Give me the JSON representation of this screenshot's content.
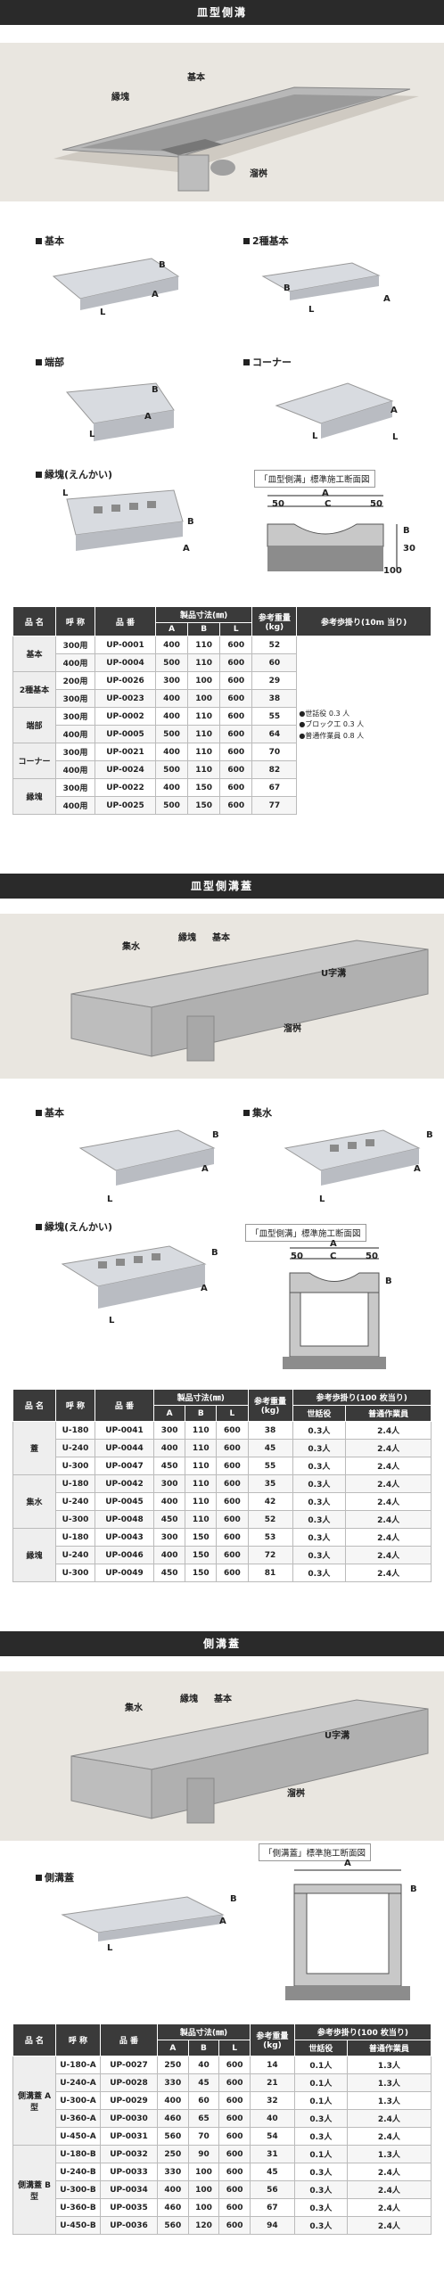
{
  "sec1": {
    "title": "皿型側溝",
    "callouts": {
      "kihon": "基本",
      "enkai": "縁塊",
      "tamemasu": "溜桝"
    },
    "products": [
      {
        "label": "基本"
      },
      {
        "label": "2種基本"
      },
      {
        "label": "端部"
      },
      {
        "label": "コーナー"
      },
      {
        "label": "縁塊(えんかい)"
      }
    ],
    "dims": {
      "a": "A",
      "b": "B",
      "l": "L"
    },
    "diagram": {
      "caption": "「皿型側溝」標準施工断面図",
      "a": "A",
      "c": "C",
      "d1": "50",
      "d2": "50",
      "b": "B",
      "h1": "30",
      "h2": "100"
    },
    "table": {
      "h_name": "品 名",
      "h_size": "呼 称",
      "h_code": "品 番",
      "h_dims": "製品寸法(㎜)",
      "h_a": "A",
      "h_b": "B",
      "h_l": "L",
      "h_weight": "参考重量(kg)",
      "h_work": "参考歩掛り(10m 当り)",
      "rows": [
        {
          "name": "基本",
          "size": "300用",
          "code": "UP-0001",
          "a": "400",
          "b": "110",
          "l": "600",
          "w": "52"
        },
        {
          "name": "",
          "size": "400用",
          "code": "UP-0004",
          "a": "500",
          "b": "110",
          "l": "600",
          "w": "60"
        },
        {
          "name": "2種基本",
          "size": "200用",
          "code": "UP-0026",
          "a": "300",
          "b": "100",
          "l": "600",
          "w": "29"
        },
        {
          "name": "",
          "size": "300用",
          "code": "UP-0023",
          "a": "400",
          "b": "100",
          "l": "600",
          "w": "38"
        },
        {
          "name": "端部",
          "size": "300用",
          "code": "UP-0002",
          "a": "400",
          "b": "110",
          "l": "600",
          "w": "55"
        },
        {
          "name": "",
          "size": "400用",
          "code": "UP-0005",
          "a": "500",
          "b": "110",
          "l": "600",
          "w": "64"
        },
        {
          "name": "コーナー",
          "size": "300用",
          "code": "UP-0021",
          "a": "400",
          "b": "110",
          "l": "600",
          "w": "70"
        },
        {
          "name": "",
          "size": "400用",
          "code": "UP-0024",
          "a": "500",
          "b": "110",
          "l": "600",
          "w": "82"
        },
        {
          "name": "縁塊",
          "size": "300用",
          "code": "UP-0022",
          "a": "400",
          "b": "150",
          "l": "600",
          "w": "67"
        },
        {
          "name": "",
          "size": "400用",
          "code": "UP-0025",
          "a": "500",
          "b": "150",
          "l": "600",
          "w": "77"
        }
      ],
      "notes": [
        "●世話役 0.3 人",
        "●ブロック工 0.3 人",
        "●普通作業員 0.8 人"
      ]
    }
  },
  "sec2": {
    "title": "皿型側溝蓋",
    "callouts": {
      "shusui": "集水",
      "enkai": "縁塊",
      "kihon": "基本",
      "ujikou": "U字溝",
      "tamemasu": "溜桝"
    },
    "products": [
      {
        "label": "基本"
      },
      {
        "label": "集水"
      },
      {
        "label": "縁塊(えんかい)"
      }
    ],
    "diagram": {
      "caption": "「皿型側溝」標準施工断面図",
      "a": "A",
      "c": "C",
      "d1": "50",
      "d2": "50",
      "b": "B"
    },
    "table": {
      "h_name": "品 名",
      "h_size": "呼 称",
      "h_code": "品 番",
      "h_dims": "製品寸法(㎜)",
      "h_a": "A",
      "h_b": "B",
      "h_l": "L",
      "h_weight": "参考重量(kg)",
      "h_work": "参考歩掛り(100 枚当り)",
      "h_w1": "世話役",
      "h_w2": "普通作業員",
      "rows": [
        {
          "name": "",
          "size": "U-180",
          "code": "UP-0041",
          "a": "300",
          "b": "110",
          "l": "600",
          "w": "38",
          "p1": "0.3人",
          "p2": "2.4人"
        },
        {
          "name": "蓋",
          "size": "U-240",
          "code": "UP-0044",
          "a": "400",
          "b": "110",
          "l": "600",
          "w": "45",
          "p1": "0.3人",
          "p2": "2.4人"
        },
        {
          "name": "",
          "size": "U-300",
          "code": "UP-0047",
          "a": "450",
          "b": "110",
          "l": "600",
          "w": "55",
          "p1": "0.3人",
          "p2": "2.4人"
        },
        {
          "name": "",
          "size": "U-180",
          "code": "UP-0042",
          "a": "300",
          "b": "110",
          "l": "600",
          "w": "35",
          "p1": "0.3人",
          "p2": "2.4人"
        },
        {
          "name": "集水",
          "size": "U-240",
          "code": "UP-0045",
          "a": "400",
          "b": "110",
          "l": "600",
          "w": "42",
          "p1": "0.3人",
          "p2": "2.4人"
        },
        {
          "name": "",
          "size": "U-300",
          "code": "UP-0048",
          "a": "450",
          "b": "110",
          "l": "600",
          "w": "52",
          "p1": "0.3人",
          "p2": "2.4人"
        },
        {
          "name": "",
          "size": "U-180",
          "code": "UP-0043",
          "a": "300",
          "b": "150",
          "l": "600",
          "w": "53",
          "p1": "0.3人",
          "p2": "2.4人"
        },
        {
          "name": "縁塊",
          "size": "U-240",
          "code": "UP-0046",
          "a": "400",
          "b": "150",
          "l": "600",
          "w": "72",
          "p1": "0.3人",
          "p2": "2.4人"
        },
        {
          "name": "",
          "size": "U-300",
          "code": "UP-0049",
          "a": "450",
          "b": "150",
          "l": "600",
          "w": "81",
          "p1": "0.3人",
          "p2": "2.4人"
        }
      ]
    }
  },
  "sec3": {
    "title": "側溝蓋",
    "callouts": {
      "shusui": "集水",
      "enkai": "縁塊",
      "kihon": "基本",
      "ujikou": "U字溝",
      "tamemasu": "溜桝"
    },
    "products": [
      {
        "label": "側溝蓋"
      }
    ],
    "diagram": {
      "caption": "「側溝蓋」標準施工断面図",
      "a": "A",
      "b": "B"
    },
    "table": {
      "h_name": "品 名",
      "h_size": "呼 称",
      "h_code": "品 番",
      "h_dims": "製品寸法(㎜)",
      "h_a": "A",
      "h_b": "B",
      "h_l": "L",
      "h_weight": "参考重量(kg)",
      "h_work": "参考歩掛り(100 枚当り)",
      "h_w1": "世話役",
      "h_w2": "普通作業員",
      "groupA": "側溝蓋 A型",
      "groupB": "側溝蓋 B型",
      "rows": [
        {
          "size": "U-180-A",
          "code": "UP-0027",
          "a": "250",
          "b": "40",
          "l": "600",
          "w": "14",
          "p1": "0.1人",
          "p2": "1.3人"
        },
        {
          "size": "U-240-A",
          "code": "UP-0028",
          "a": "330",
          "b": "45",
          "l": "600",
          "w": "21",
          "p1": "0.1人",
          "p2": "1.3人"
        },
        {
          "size": "U-300-A",
          "code": "UP-0029",
          "a": "400",
          "b": "60",
          "l": "600",
          "w": "32",
          "p1": "0.1人",
          "p2": "1.3人"
        },
        {
          "size": "U-360-A",
          "code": "UP-0030",
          "a": "460",
          "b": "65",
          "l": "600",
          "w": "40",
          "p1": "0.3人",
          "p2": "2.4人"
        },
        {
          "size": "U-450-A",
          "code": "UP-0031",
          "a": "560",
          "b": "70",
          "l": "600",
          "w": "54",
          "p1": "0.3人",
          "p2": "2.4人"
        },
        {
          "size": "U-180-B",
          "code": "UP-0032",
          "a": "250",
          "b": "90",
          "l": "600",
          "w": "31",
          "p1": "0.1人",
          "p2": "1.3人"
        },
        {
          "size": "U-240-B",
          "code": "UP-0033",
          "a": "330",
          "b": "100",
          "l": "600",
          "w": "45",
          "p1": "0.3人",
          "p2": "2.4人"
        },
        {
          "size": "U-300-B",
          "code": "UP-0034",
          "a": "400",
          "b": "100",
          "l": "600",
          "w": "56",
          "p1": "0.3人",
          "p2": "2.4人"
        },
        {
          "size": "U-360-B",
          "code": "UP-0035",
          "a": "460",
          "b": "100",
          "l": "600",
          "w": "67",
          "p1": "0.3人",
          "p2": "2.4人"
        },
        {
          "size": "U-450-B",
          "code": "UP-0036",
          "a": "560",
          "b": "120",
          "l": "600",
          "w": "94",
          "p1": "0.3人",
          "p2": "2.4人"
        }
      ]
    }
  }
}
